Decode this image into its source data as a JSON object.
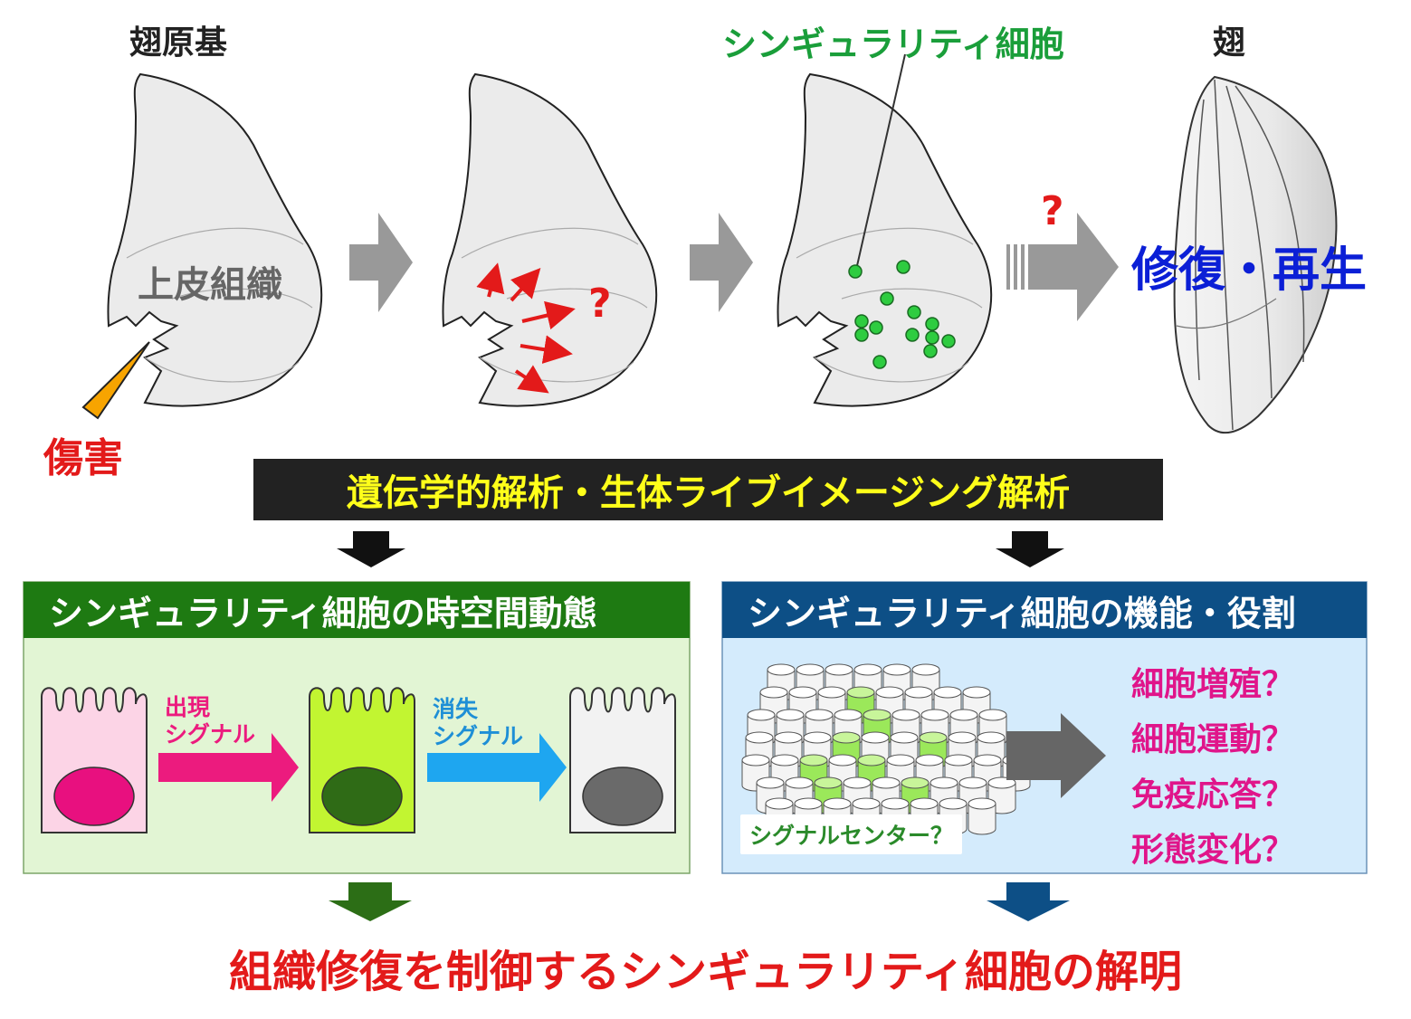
{
  "top": {
    "wing_disc_label": "翅原基",
    "epithelium_label": "上皮組織",
    "injury_label": "傷害",
    "singularity_label": "シンギュラリティ細胞",
    "question_mark": "?",
    "wing_label": "翅",
    "repair_label": "修復・再生"
  },
  "analysis_banner": "遺伝学的解析・生体ライブイメージング解析",
  "left_panel": {
    "title": "シンギュラリティ細胞の時空間動態",
    "appear_signal": [
      "出現",
      "シグナル"
    ],
    "vanish_signal": [
      "消失",
      "シグナル"
    ]
  },
  "right_panel": {
    "title": "シンギュラリティ細胞の機能・役割",
    "signal_center": "シグナルセンター？",
    "questions": [
      "細胞増殖？",
      "細胞運動？",
      "免疫応答？",
      "形態変化？"
    ]
  },
  "conclusion": "組織修復を制御するシンギュラリティ細胞の解明",
  "colors": {
    "red": "#e31a1a",
    "green": "#1a9e3a",
    "blue": "#0b1fd6",
    "magenta": "#e0158a",
    "panel_green_header": "#1e7a12",
    "panel_blue_header": "#0d4f86",
    "banner_yellow": "#ffff1a"
  }
}
